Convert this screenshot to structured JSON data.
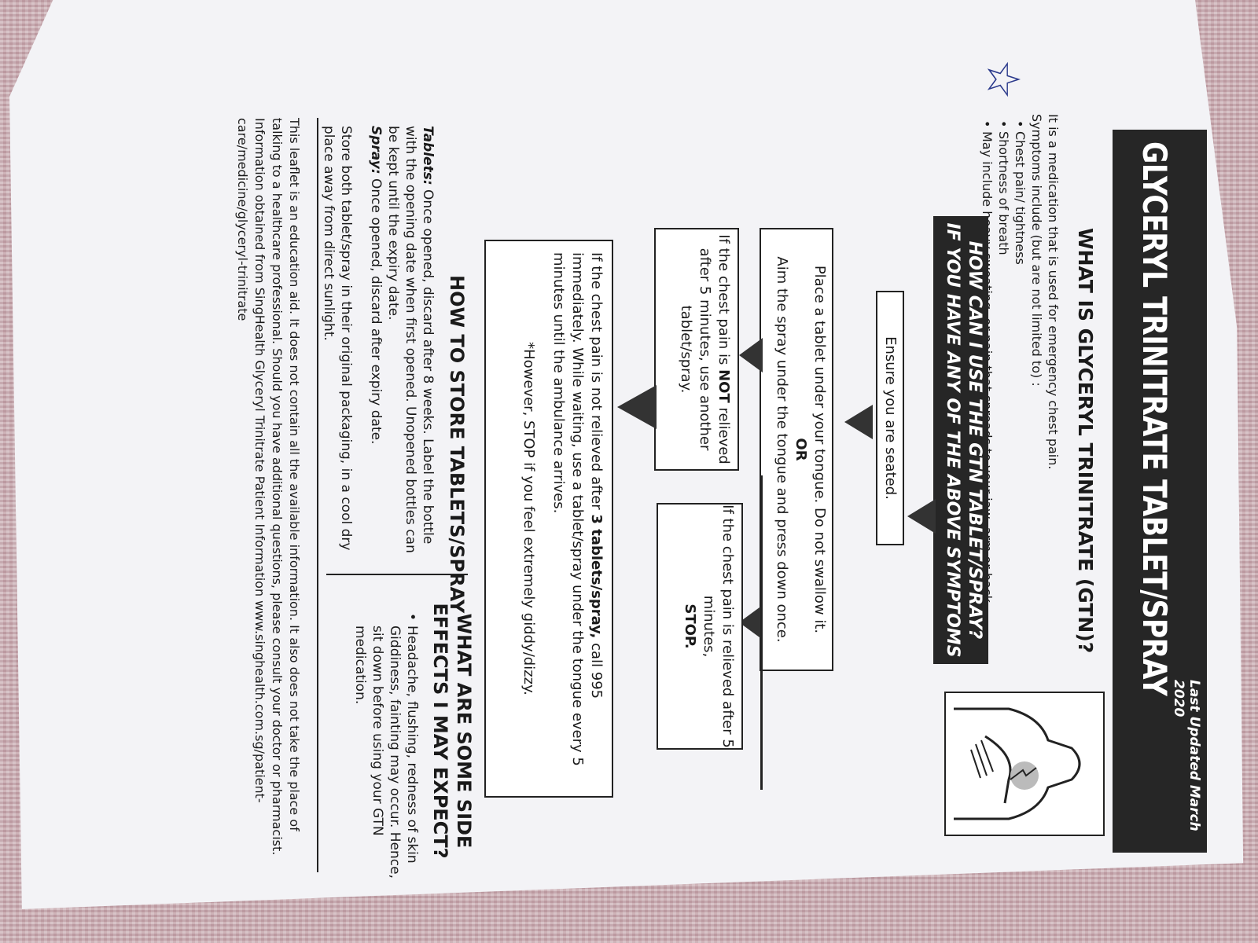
{
  "header": {
    "updated": "Last Updated March 2020",
    "title": "GLYCERYL TRINITRATE TABLET/SPRAY"
  },
  "what": {
    "heading": "WHAT IS GLYCERYL TRINITRATE (GTN)?",
    "line1": "It is a medication that is used for emergency chest pain.",
    "line2": "Symptoms include (but are not limited to) :",
    "bullets": [
      "Chest pain/ tightness",
      "Shortness of breath",
      "May include heavy sweating, or pain that spreads to your jaw, arm or back."
    ]
  },
  "how": {
    "heading_line1": "HOW CAN I USE THE GTN TABLET/SPRAY?",
    "heading_line2": "IF YOU HAVE ANY OF THE ABOVE SYMPTOMS",
    "seated": "Ensure you are seated.",
    "place": "Place a tablet under your tongue. Do not swallow it.",
    "or": "OR",
    "aim": "Aim the spray under the tongue and press down once.",
    "relieved": "If the chest pain is relieved after 5 minutes,",
    "stop": "STOP.",
    "not_relieved_a": "If the chest pain is",
    "not_word": "NOT",
    "not_relieved_b": "relieved after 5 minutes, use another tablet/spray.",
    "call_a": "If the chest pain is not relieved after",
    "call_bold": "3 tablets/spray,",
    "call_b": "call 995 immediately. While waiting, use a tablet/spray under the tongue every 5 minutes until the ambulance arrives.",
    "however": "*However, STOP if you feel extremely giddy/dizzy."
  },
  "store": {
    "heading": "HOW TO STORE TABLETS/SPRAY",
    "tablets_label": "Tablets:",
    "tablets_text": "Once opened, discard after 8 weeks. Label the bottle with the opening date when first opened. Unopened bottles can be kept until the expiry date.",
    "spray_label": "Spray:",
    "spray_text": "Once opened, discard after expiry date.",
    "both": "Store both tablet/spray in their original packaging, in a cool dry place away from direct sunlight."
  },
  "side": {
    "heading": "WHAT ARE SOME SIDE EFFECTS I MAY EXPECT?",
    "text": "Headache, flushing, redness of skin Giddiness, fainting may occur. Hence, sit down before using your GTN medication."
  },
  "disclaimer": "This leaflet is an education aid. It does not contain all the available information. It also does not take the place of talking to a healthcare professional. Should you have additional questions, please consult your doctor or pharmacist. Information obtained from SingHealth Glyceryl Trinitrate Patient Information www.singhealth.com.sg/patient-care/medicine/glyceryl-trinitrate",
  "icons": [
    "chest-pain-illustration",
    "star-mark-icon",
    "down-arrow-icon"
  ]
}
